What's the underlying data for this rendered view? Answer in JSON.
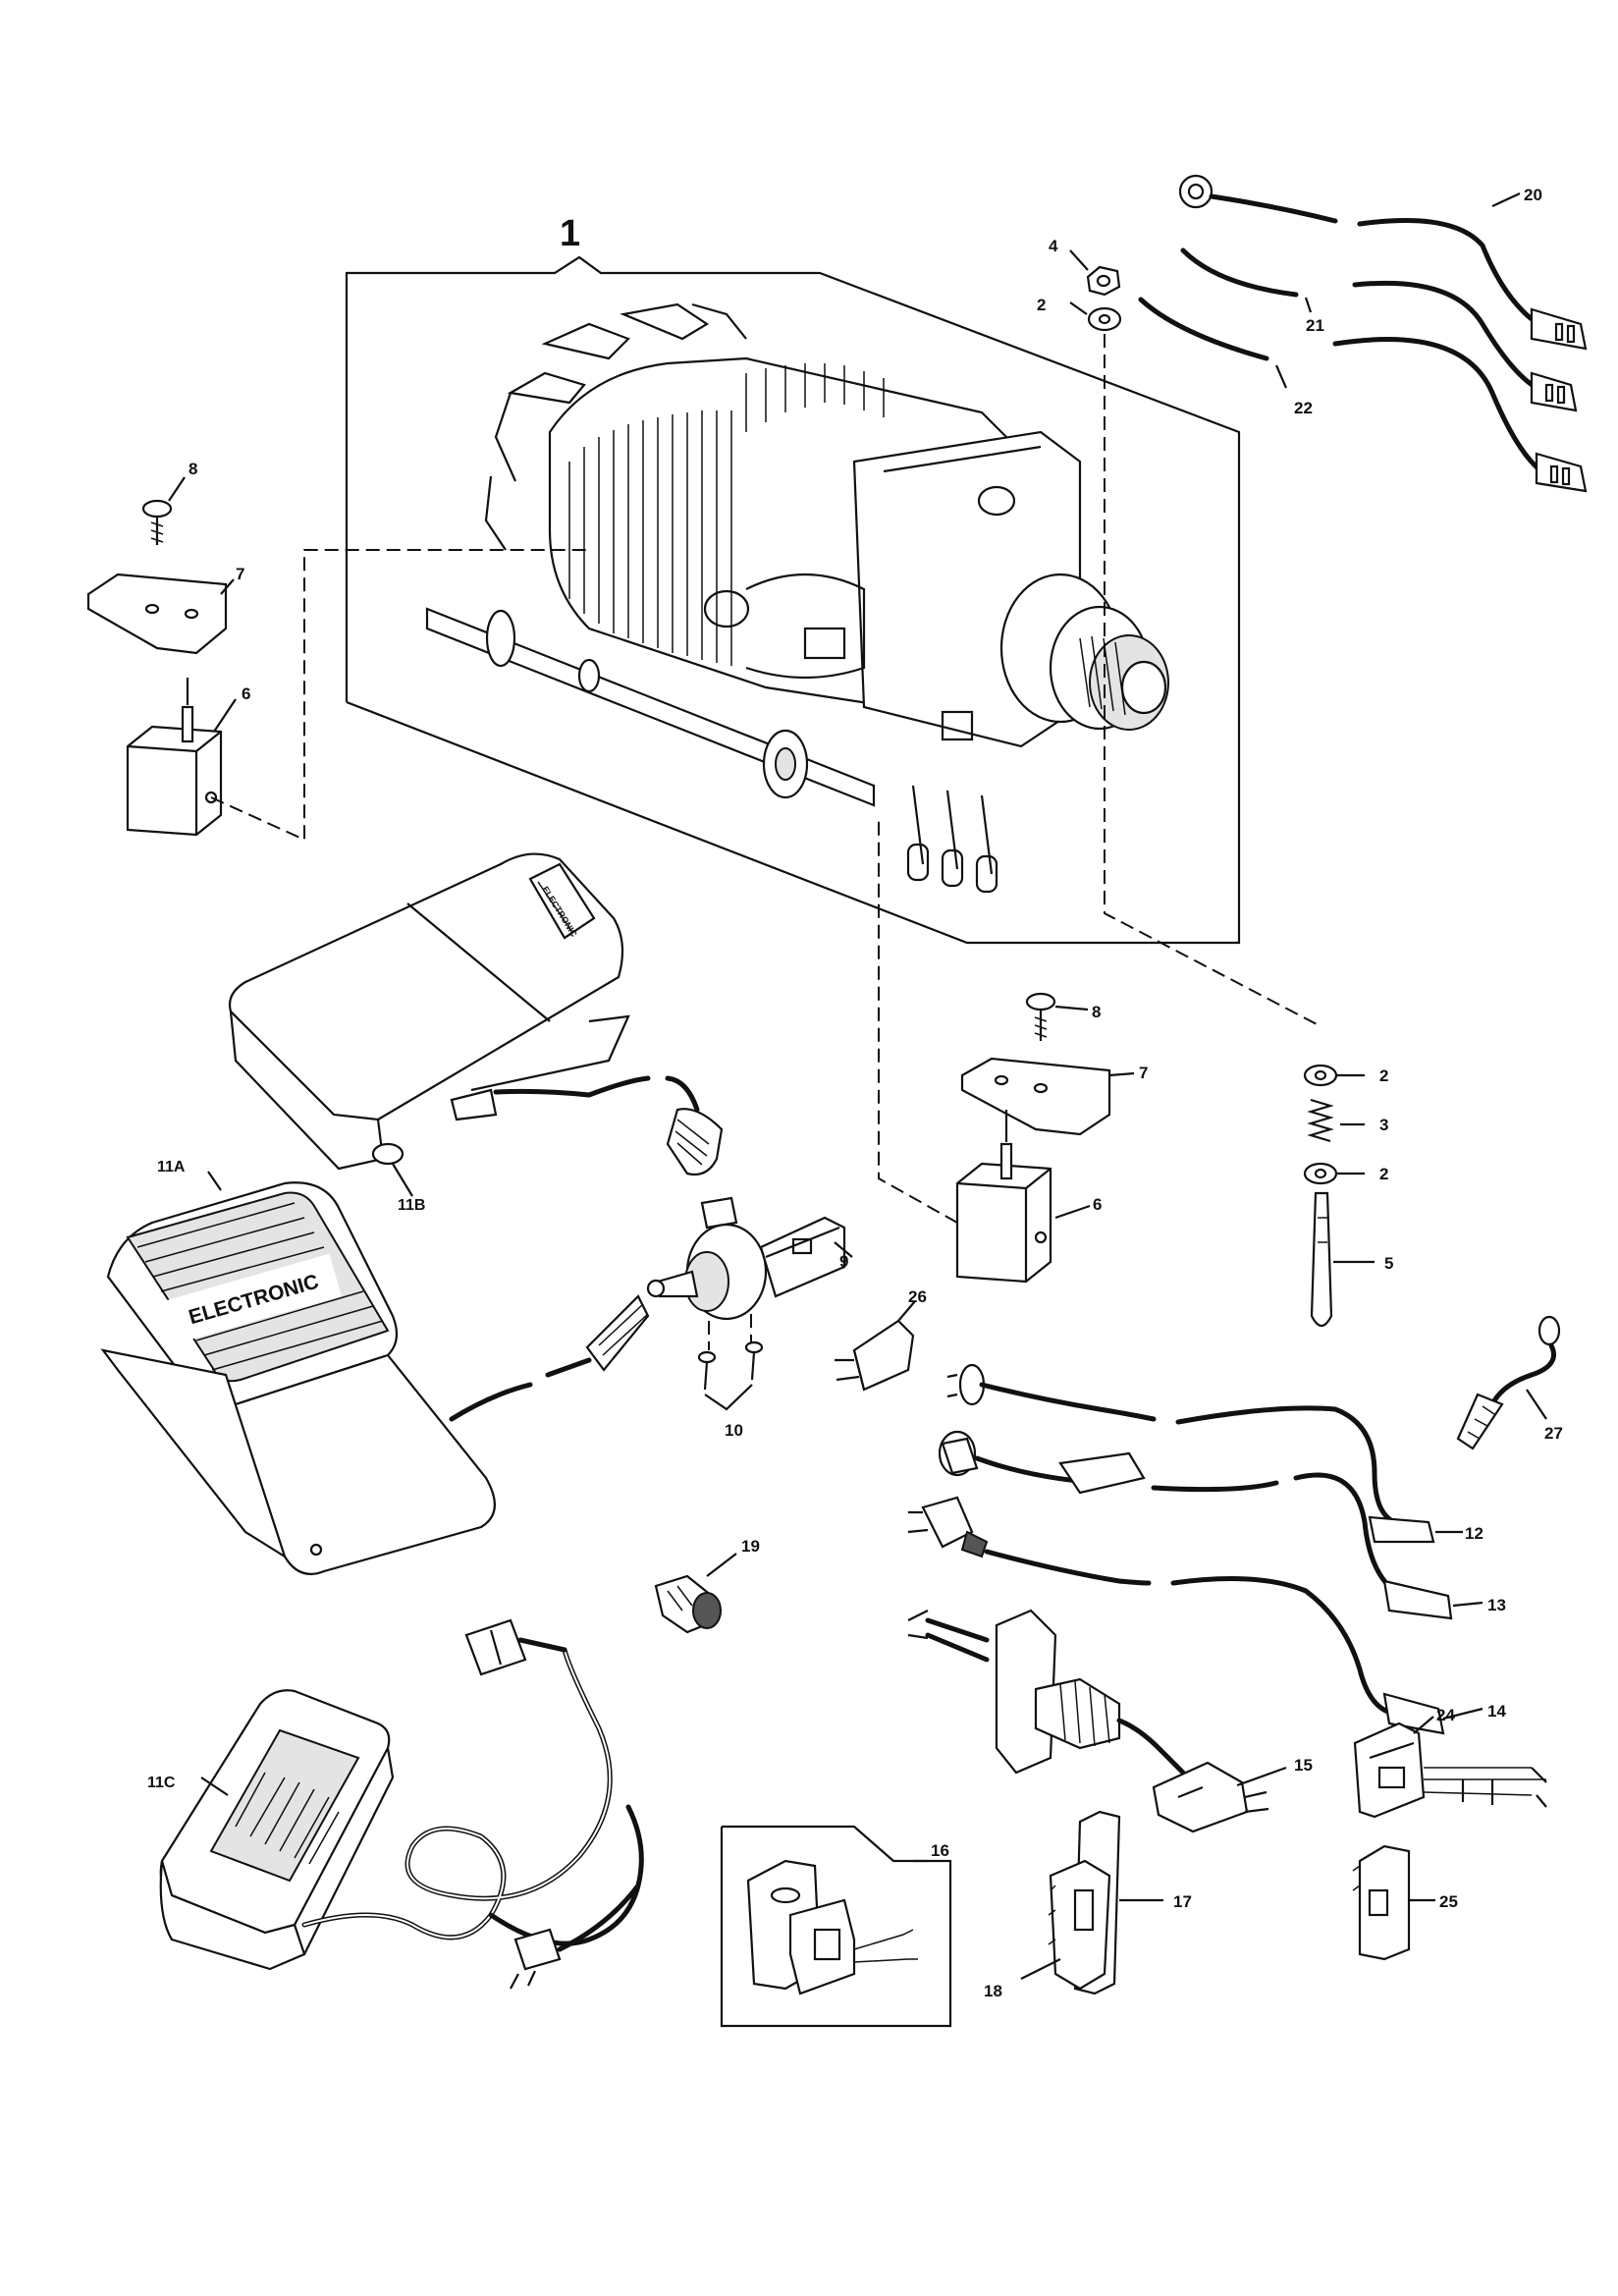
{
  "labels": {
    "l1": "1",
    "l2a": "2",
    "l2b": "2",
    "l2c": "2",
    "l3": "3",
    "l4": "4",
    "l5": "5",
    "l6a": "6",
    "l6b": "6",
    "l7a": "7",
    "l7b": "7",
    "l8a": "8",
    "l8b": "8",
    "l9": "9",
    "l10": "10",
    "l11a": "11A",
    "l11b": "11B",
    "l11c": "11C",
    "l12": "12",
    "l13": "13",
    "l14": "14",
    "l15": "15",
    "l16": "16",
    "l17": "17",
    "l18": "18",
    "l19": "19",
    "l20": "20",
    "l21": "21",
    "l22": "22",
    "l24": "24",
    "l25": "25",
    "l26": "26",
    "l27": "27"
  },
  "pedal_text": {
    "electronic": "ELECTRONIC",
    "electronic_small": "ELECTRONIC"
  }
}
